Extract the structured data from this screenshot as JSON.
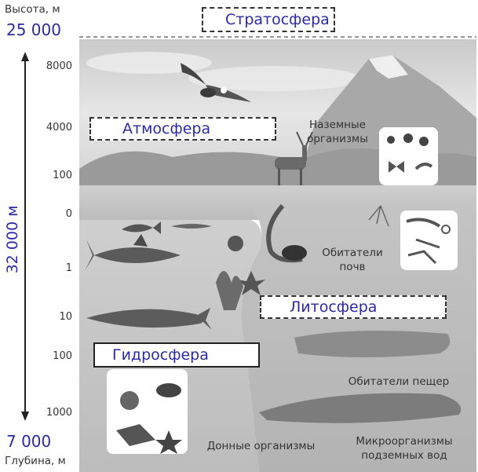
{
  "axis": {
    "top_title": "Высота, м",
    "top_value": "25 000",
    "bottom_value": "7 000",
    "bottom_title": "Глубина, м",
    "total": "32 000 м",
    "ticks": [
      "8000",
      "4000",
      "100",
      "0",
      "1",
      "10",
      "100",
      "1000"
    ]
  },
  "spheres": {
    "stratosphere": "Стратосфера",
    "atmosphere": "Атмосфера",
    "lithosphere": "Литосфера",
    "hydrosphere": "Гидросфера"
  },
  "labels": {
    "ground_organisms": "Наземные организмы",
    "soil_inhabitants": "Обитатели почв",
    "cave_inhabitants": "Обитатели пещер",
    "bottom_organisms": "Донные организмы",
    "groundwater_microorganisms": "Микроорганизмы подземных вод"
  },
  "colors": {
    "accent": "#2a2aa8",
    "sky": "#d9d9d9",
    "water": "#c9c9c9",
    "earth": "#bdbdbd"
  }
}
